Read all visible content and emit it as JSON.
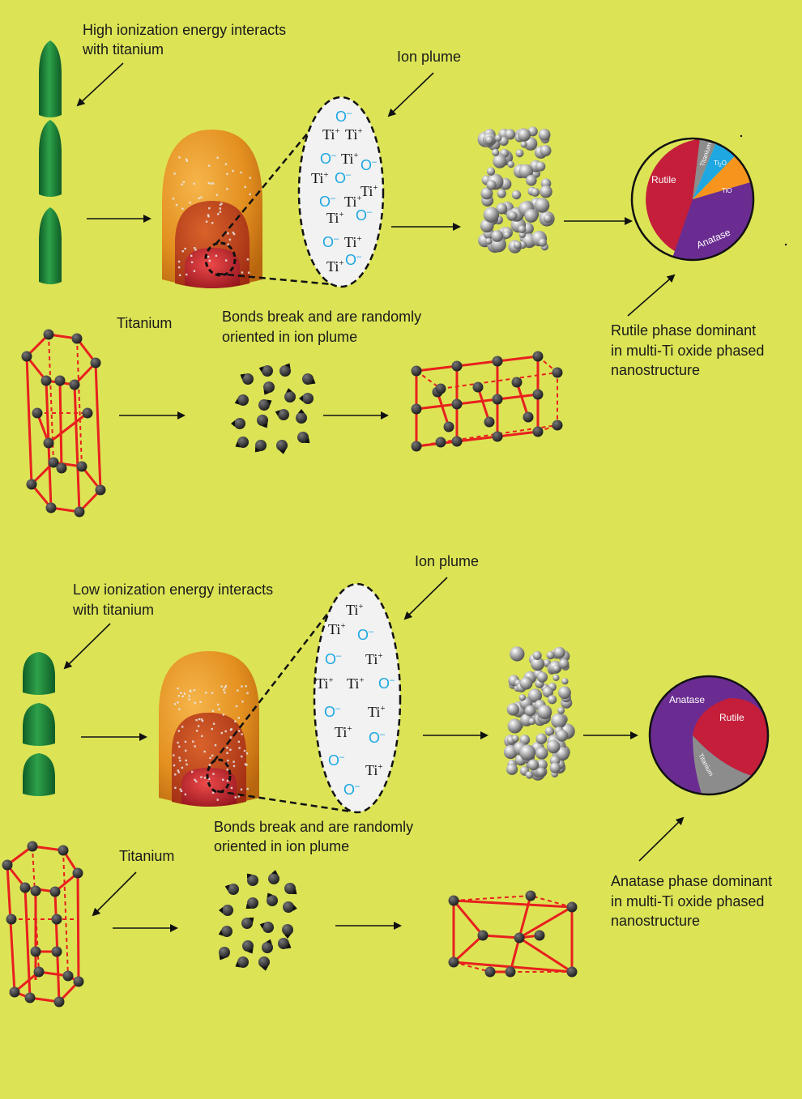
{
  "colors": {
    "background": "#dce456",
    "tip": "#1f8a3a",
    "plume_outer": "#e39020",
    "plume_mid": "#c0401e",
    "plume_inner": "#b21c26",
    "lattice": "#e8201e",
    "atom": "#333333",
    "o_ion": "#1ea7e0",
    "rutile": "#c41e3a",
    "anatase": "#6a2c91",
    "titanium": "#8c8c8c",
    "ti2o3": "#1ea7e0",
    "tio": "#f7941d"
  },
  "top": {
    "tip_label_line1": "High ionization energy interacts",
    "tip_label_line2": "with titanium",
    "ion_plume_label": "Ion plume",
    "titanium_label": "Titanium",
    "bonds_line1": "Bonds break and are randomly",
    "bonds_line2": "oriented in ion plume",
    "result_line1": "Rutile phase dominant",
    "result_line2": "in multi-Ti oxide phased",
    "result_line3": "nanostructure",
    "ti_ion": "Ti",
    "o_ion": "O",
    "pie_labels": [
      "Rutile",
      "Titanium",
      "Ti",
      "2",
      "O",
      "TiO",
      "Anatase"
    ]
  },
  "bottom": {
    "tip_label_line1": "Low ionization energy interacts",
    "tip_label_line2": "with titanium",
    "ion_plume_label": "Ion plume",
    "titanium_label": "Titanium",
    "bonds_line1": "Bonds break and are randomly",
    "bonds_line2": "oriented in ion plume",
    "result_line1": "Anatase phase dominant",
    "result_line2": "in multi-Ti oxide phased",
    "result_line3": "nanostructure",
    "ti_ion": "Ti",
    "o_ion": "O",
    "pie_labels": [
      "Anatase",
      "Rutile",
      "Titanium"
    ]
  }
}
